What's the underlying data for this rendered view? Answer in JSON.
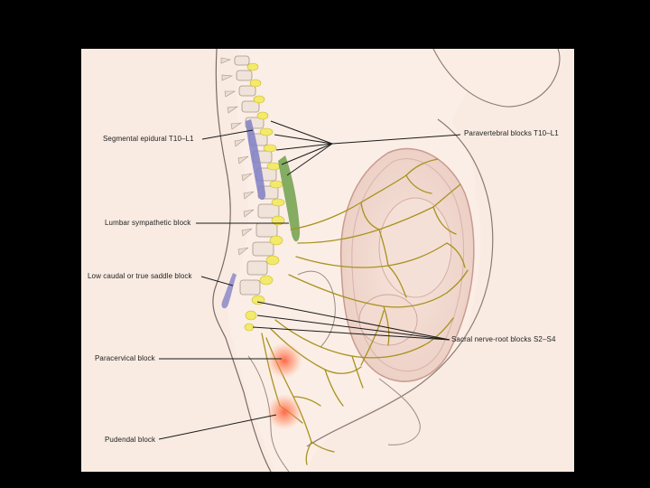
{
  "colors": {
    "background": "#000000",
    "figure_background": "#f9ebe2",
    "skin_outline": "#7a6a64",
    "nerve": "#a89220",
    "epidural_segment": "#7f7fc6",
    "sympathetic_segment": "#6fa04a",
    "nerve_root_highlight": "#f3ea6a",
    "block_glow": "#ff6a45",
    "uterus": "#f0d4cc",
    "label_line": "#1a1a1a"
  },
  "labels": {
    "segmental_epidural": "Segmental epidural T10–L1",
    "paravertebral": "Paravertebral blocks T10–L1",
    "lumbar_sympathetic": "Lumbar sympathetic block",
    "low_caudal": "Low caudal or true saddle block",
    "sacral_nerve_root": "Sacral nerve-root blocks S2–S4",
    "paracervical": "Paracervical block",
    "pudendal": "Pudendal block"
  },
  "icons": [
    "spine-illustration",
    "uterus-illustration",
    "nerve-network",
    "fetus-illustration"
  ]
}
